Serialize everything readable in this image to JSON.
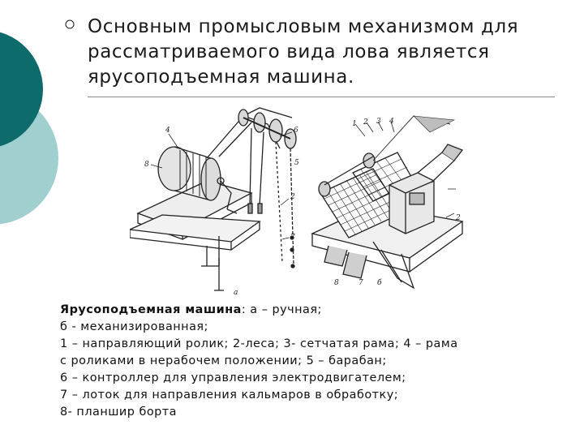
{
  "heading": "Основным промысловым механизмом для\nрассматриваемого вида лова является\nярусоподъемная машина.",
  "figure": {
    "left_labels": [
      "4",
      "8",
      "6",
      "5",
      "2",
      "7",
      "а"
    ],
    "right_labels": [
      "1",
      "2",
      "3",
      "4",
      "2",
      "8",
      "7",
      "б"
    ]
  },
  "caption": {
    "title_bold": "Ярусоподъемная машина",
    "title_rest": ": а – ручная;",
    "lines": [
      "б - механизированная;",
      "1 – направляющий ролик; 2-леса; 3- сетчатая рама; 4 – рама",
      "с роликами в нерабочем положении; 5 – барабан;",
      "6 – контроллер для управления электродвигателем;",
      "7 – лоток для направления кальмаров в обработку;",
      "8- планшир борта"
    ]
  },
  "colors": {
    "teal_dark": "#0e6b6b",
    "teal_light": "#9fcfcf",
    "rule": "#8a8a8a"
  }
}
